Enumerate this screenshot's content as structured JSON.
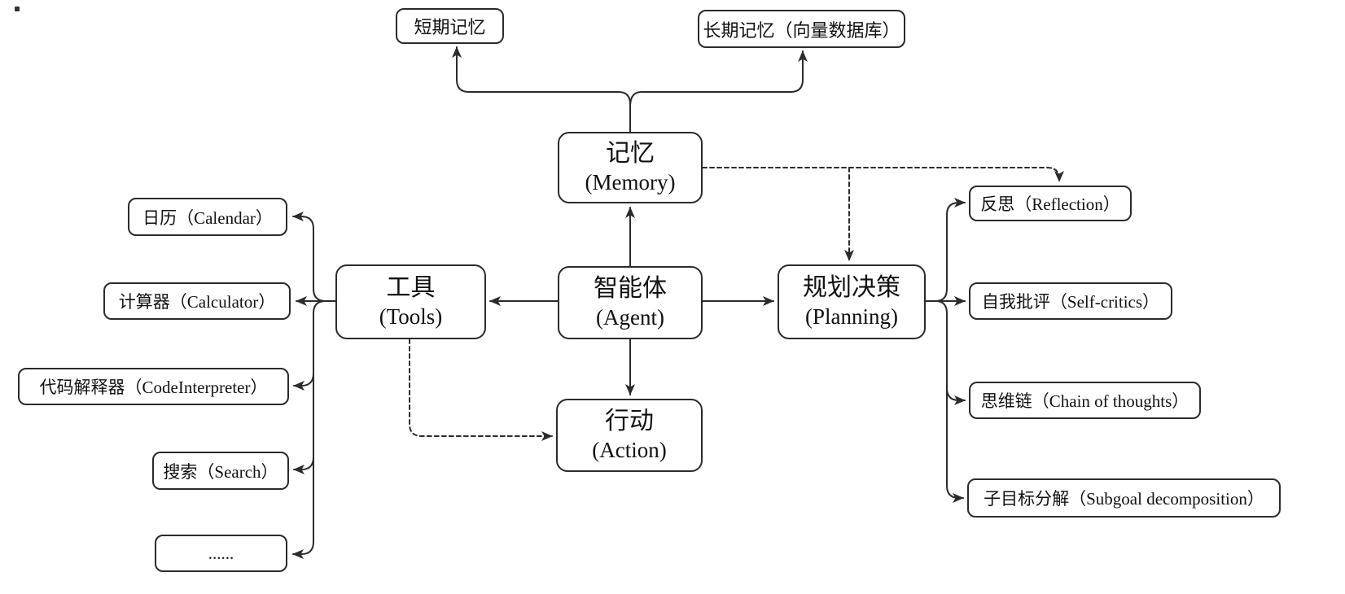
{
  "diagram": {
    "title": "Agent architecture diagram",
    "colors": {
      "stroke": "#2b2b2b",
      "box_background": "#ffffff",
      "text": "#111111"
    },
    "nodes": {
      "agent": {
        "zh": "智能体",
        "en": "(Agent)"
      },
      "memory": {
        "zh": "记忆",
        "en": "(Memory)"
      },
      "tools": {
        "zh": "工具",
        "en": "(Tools)"
      },
      "action": {
        "zh": "行动",
        "en": "(Action)"
      },
      "planning": {
        "zh": "规划决策",
        "en": "(Planning)"
      },
      "short_term_memory": {
        "label": "短期记忆"
      },
      "long_term_memory": {
        "label": "长期记忆（向量数据库）"
      },
      "calendar": {
        "label": "日历（Calendar）"
      },
      "calculator": {
        "label": "计算器（Calculator）"
      },
      "code_interpreter": {
        "label": "代码解释器（CodeInterpreter）"
      },
      "search": {
        "label": "搜索（Search）"
      },
      "more_tools": {
        "label": "......"
      },
      "reflection": {
        "label": "反思（Reflection）"
      },
      "self_critics": {
        "label": "自我批评（Self-critics）"
      },
      "chain_of_thoughts": {
        "label": "思维链（Chain of thoughts）"
      },
      "subgoal_decomposition": {
        "label": "子目标分解（Subgoal decomposition）"
      }
    },
    "edges": [
      {
        "from": "agent",
        "to": "memory",
        "style": "solid"
      },
      {
        "from": "agent",
        "to": "tools",
        "style": "solid"
      },
      {
        "from": "agent",
        "to": "planning",
        "style": "solid"
      },
      {
        "from": "agent",
        "to": "action",
        "style": "solid"
      },
      {
        "from": "memory",
        "to": "short_term_memory",
        "style": "solid"
      },
      {
        "from": "memory",
        "to": "long_term_memory",
        "style": "solid"
      },
      {
        "from": "tools",
        "to": "calendar",
        "style": "solid"
      },
      {
        "from": "tools",
        "to": "calculator",
        "style": "solid"
      },
      {
        "from": "tools",
        "to": "code_interpreter",
        "style": "solid"
      },
      {
        "from": "tools",
        "to": "search",
        "style": "solid"
      },
      {
        "from": "tools",
        "to": "more_tools",
        "style": "solid"
      },
      {
        "from": "planning",
        "to": "reflection",
        "style": "solid"
      },
      {
        "from": "planning",
        "to": "self_critics",
        "style": "solid"
      },
      {
        "from": "planning",
        "to": "chain_of_thoughts",
        "style": "solid"
      },
      {
        "from": "planning",
        "to": "subgoal_decomposition",
        "style": "solid"
      },
      {
        "from": "memory",
        "to": "planning",
        "style": "dashed"
      },
      {
        "from": "memory",
        "to": "reflection",
        "style": "dashed"
      },
      {
        "from": "tools",
        "to": "action",
        "style": "dashed"
      }
    ]
  }
}
